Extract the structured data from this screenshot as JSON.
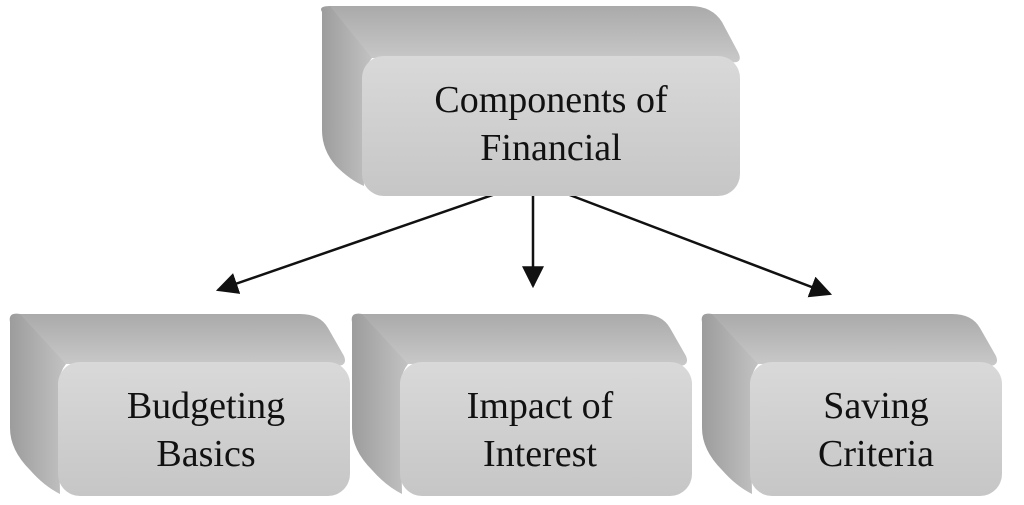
{
  "diagram": {
    "root": {
      "line1": "Components of",
      "line2": "Financial"
    },
    "children": [
      {
        "line1": "Budgeting",
        "line2": "Basics"
      },
      {
        "line1": "Impact of",
        "line2": "Interest"
      },
      {
        "line1": "Saving",
        "line2": "Criteria"
      }
    ],
    "colors": {
      "face": "#cfcfcf",
      "top": "#bdbdbd",
      "side": "#a9a9a9",
      "arrow": "#111111"
    }
  }
}
